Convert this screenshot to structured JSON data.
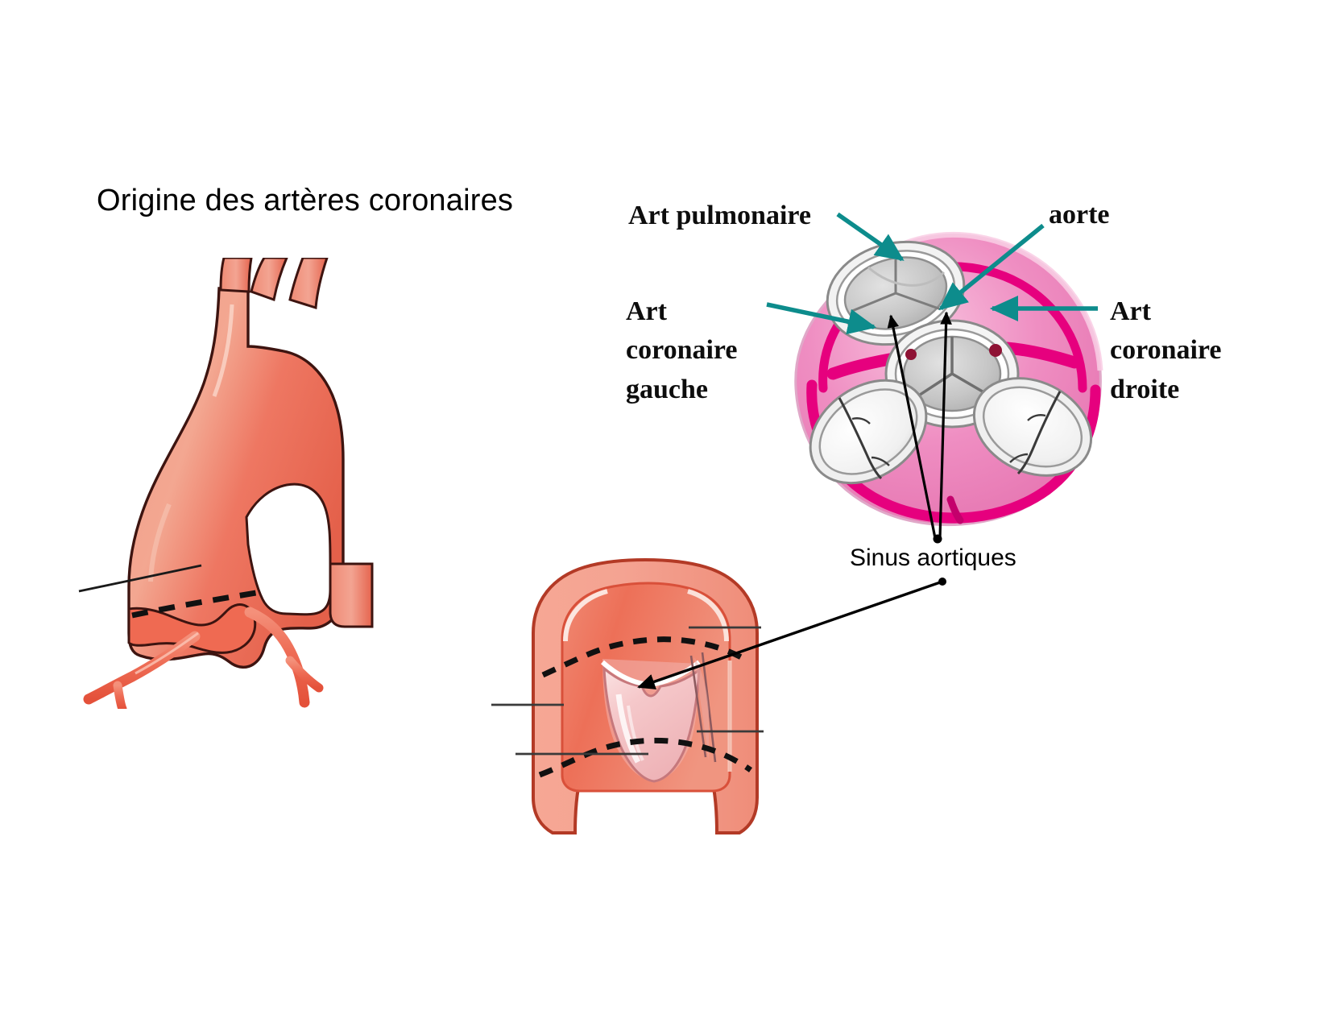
{
  "slide": {
    "title": "Origine des artères coronaires",
    "background_color": "#ffffff"
  },
  "labels": {
    "pulmonary_artery": "Art pulmonaire",
    "aorta": "aorte",
    "left_coronary": "Art\ncoronaire\ngauche",
    "right_coronary": "Art\ncoronaire\ndroite",
    "aortic_sinuses": "Sinus aortiques"
  },
  "colors": {
    "aorta_fill": "#ee7762",
    "aorta_fill_light": "#f4a293",
    "aorta_fill_dark": "#e05a44",
    "aorta_outline": "#3d1410",
    "fibrous_skeleton_pink": "#ee8bc0",
    "fibrous_skeleton_pink_light": "#f6b9d9",
    "coronary_magenta": "#e6007e",
    "valve_grey": "#b9b9b9",
    "valve_grey_light": "#dcdcdc",
    "valve_white": "#f7f7f7",
    "leaflet_pink": "#f3bfc2",
    "arrow_teal": "#0d8c8c",
    "leader_black": "#000000"
  },
  "figures": {
    "aortic_arch": {
      "name": "aortic-arch-illustration",
      "description": "Aortic arch with brachiocephalic branches, dashed valve-plane line and coronary arteries arising from the aortic root"
    },
    "valve_plane": {
      "name": "cardiac-valve-plane-illustration",
      "description": "Transverse section at the cardiac base showing pulmonary valve, aortic valve, mitral and tricuspid orifices with coronary arteries"
    },
    "aortic_sinus": {
      "name": "aortic-sinus-longitudinal-illustration",
      "description": "Longitudinal section of the aortic root showing a semilunar cusp and the aortic sinus behind it"
    }
  }
}
